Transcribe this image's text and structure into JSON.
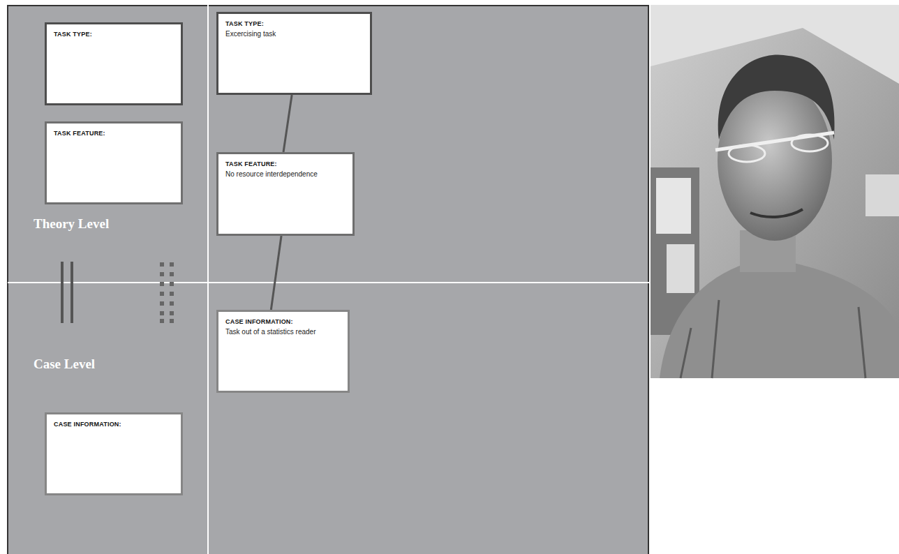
{
  "diagram": {
    "nodes": [
      {
        "text": [
          "TASK TYPE:"
        ]
      },
      {
        "text": [
          "TASK FEATURE:"
        ]
      },
      {
        "text": [
          "CASE INFORMATION:"
        ]
      },
      {
        "text": [
          "TASK TYPE:",
          "Excercising task"
        ]
      },
      {
        "text": [
          "TASK FEATURE:",
          "No resource interdependence"
        ]
      },
      {
        "text": [
          "CASE INFORMATION:",
          "Task out of a statistics reader"
        ]
      }
    ],
    "edges": [
      {
        "from": 3,
        "to": 4,
        "arrow": "none"
      },
      {
        "from": 4,
        "to": 5,
        "arrow": "none"
      }
    ],
    "labels": [
      "Theory Level",
      "Case Level"
    ]
  }
}
